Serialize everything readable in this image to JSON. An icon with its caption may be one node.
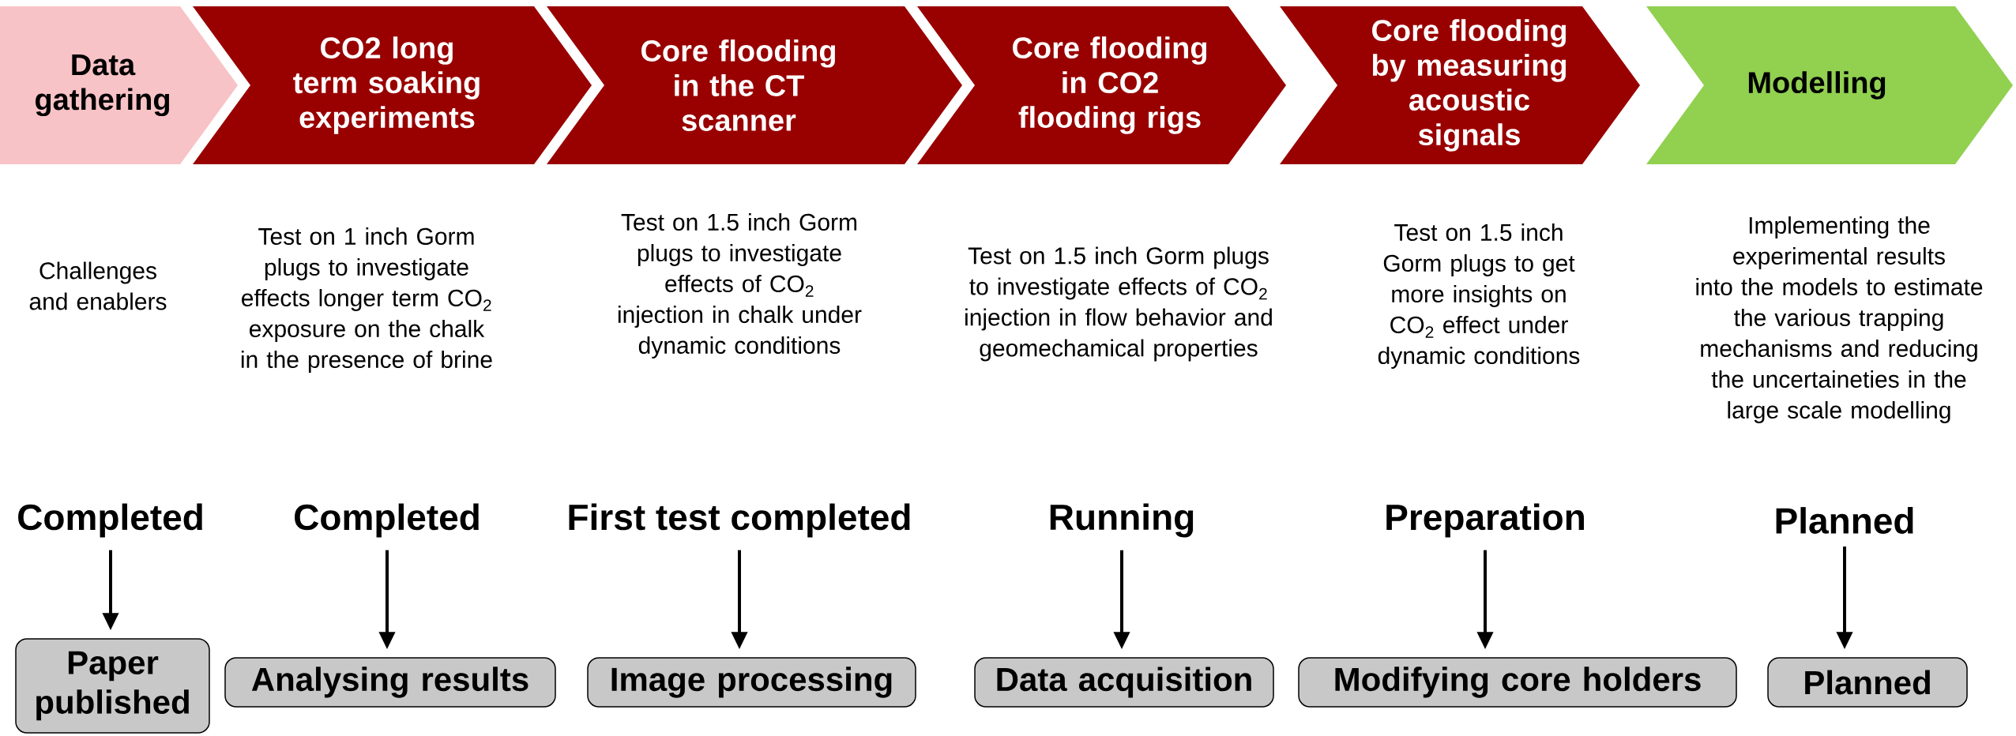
{
  "diagram": {
    "nodes": [
      {
        "text": [
          "Data gathering"
        ]
      },
      {
        "text": [
          "CO2 long term soaking experiments"
        ]
      },
      {
        "text": [
          "Core flooding in the CT scanner"
        ]
      },
      {
        "text": [
          "Core flooding in CO2 flooding rigs"
        ]
      },
      {
        "text": [
          "Core flooding by measuring acoustic signals"
        ]
      },
      {
        "text": [
          "Modelling"
        ]
      },
      {
        "text": [
          "Completed"
        ]
      },
      {
        "text": [
          "Completed"
        ]
      },
      {
        "text": [
          "First test completed"
        ]
      },
      {
        "text": [
          "Running"
        ]
      },
      {
        "text": [
          "Preparation"
        ]
      },
      {
        "text": [
          "Planned"
        ]
      },
      {
        "text": [
          "Paper published"
        ]
      },
      {
        "text": [
          "Analysing results"
        ]
      },
      {
        "text": [
          "Image processing"
        ]
      },
      {
        "text": [
          "Data acquisition"
        ]
      },
      {
        "text": [
          "Modifying core holders"
        ]
      },
      {
        "text": [
          "Planned"
        ]
      }
    ],
    "edges": [
      {
        "from": 6,
        "to": 12,
        "arrow": "to"
      },
      {
        "from": 7,
        "to": 13,
        "arrow": "to"
      },
      {
        "from": 8,
        "to": 14,
        "arrow": "to"
      },
      {
        "from": 9,
        "to": 15,
        "arrow": "to"
      },
      {
        "from": 10,
        "to": 16,
        "arrow": "to"
      },
      {
        "from": 11,
        "to": 17,
        "arrow": "to"
      }
    ],
    "labels": [
      "Challenges and enablers",
      "Test on 1 inch Gorm plugs to investigate effects longer term CO$_{2}$ exposure on the chalk in the presence of brine",
      "Test on 1.5 inch Gorm plugs to investigate effects  of CO$_{2}$ injection in chalk under dynamic conditions",
      "Test on 1.5 inch Gorm plugs to investigate effects of CO$_{2}$ injection in flow behavior and geomechamical properties",
      "Test on 1.5 inch Gorm plugs to get more insights on CO$_{2}$ effect under dynamic conditions",
      "Implementing the experimental results into the models to estimate the various trapping mechanisms and reducing the uncertaineties in the large scale modelling"
    ]
  }
}
